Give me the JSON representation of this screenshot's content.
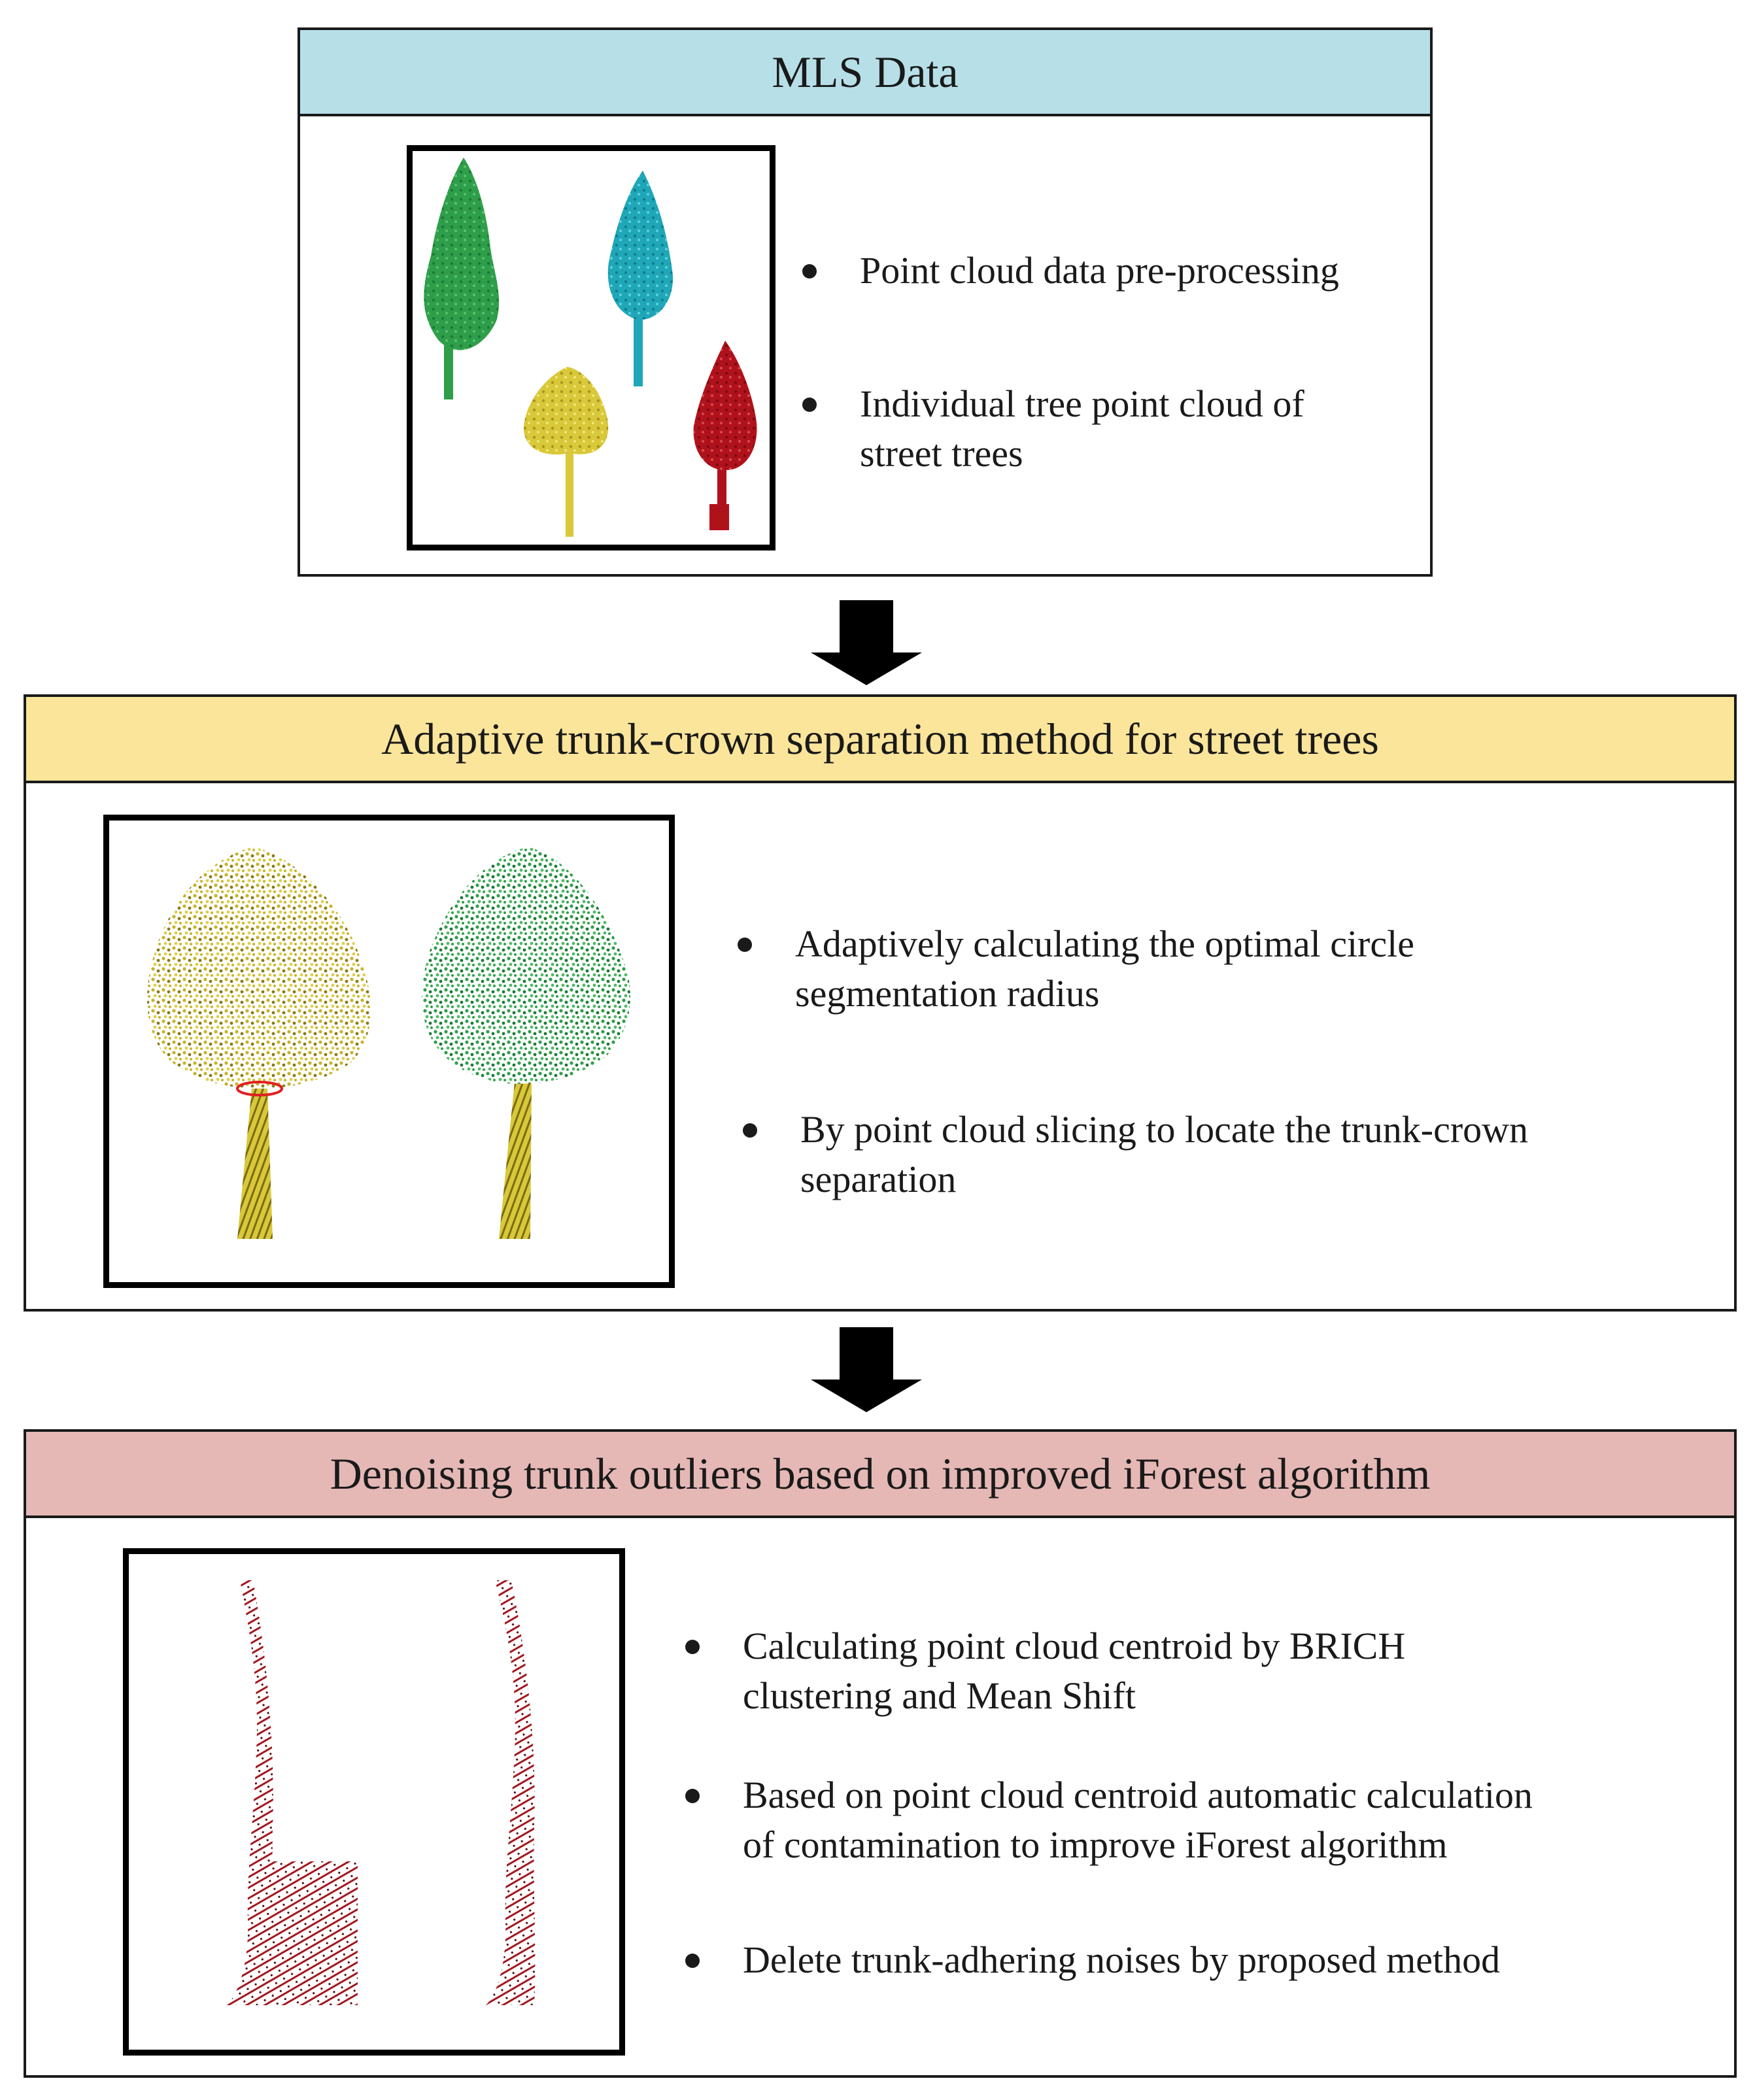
{
  "colors": {
    "stage1_header": "#b7dfe8",
    "stage2_header": "#fae59b",
    "stage3_header": "#e5b8b5",
    "tree_green": "#2e9e4a",
    "tree_cyan": "#1fa7b8",
    "tree_yellow": "#d8c83a",
    "tree_red": "#b0121c",
    "trunk_red": "#a3181f"
  },
  "stages": [
    {
      "title": "MLS Data",
      "figure": {
        "trees": [
          {
            "icon": "tree-green-icon",
            "color": "green"
          },
          {
            "icon": "tree-cyan-icon",
            "color": "cyan"
          },
          {
            "icon": "tree-yellow-icon",
            "color": "yellow"
          },
          {
            "icon": "tree-red-icon",
            "color": "red"
          }
        ]
      },
      "bullets": [
        "Point cloud data pre-processing",
        "Individual tree point cloud of\nstreet trees"
      ]
    },
    {
      "title": "Adaptive trunk-crown separation method for street trees",
      "figure": {
        "trees": [
          {
            "icon": "tree-yellow-separation-icon",
            "color": "yellow"
          },
          {
            "icon": "tree-green-separated-icon",
            "color": "green"
          }
        ]
      },
      "bullets": [
        "Adaptively calculating the optimal circle\nsegmentation radius",
        "By point cloud slicing  to locate the trunk-crown\nseparation"
      ]
    },
    {
      "title": "Denoising trunk outliers based on  improved iForest algorithm",
      "figure": {
        "trunks": [
          {
            "icon": "trunk-with-noise-icon"
          },
          {
            "icon": "trunk-denoised-icon"
          }
        ]
      },
      "bullets": [
        "Calculating point cloud centroid by BRICH\nclustering and Mean Shift",
        "Based on point cloud centroid automatic calculation\nof  contamination  to improve iForest algorithm",
        "Delete trunk-adhering noises by proposed method"
      ]
    }
  ]
}
